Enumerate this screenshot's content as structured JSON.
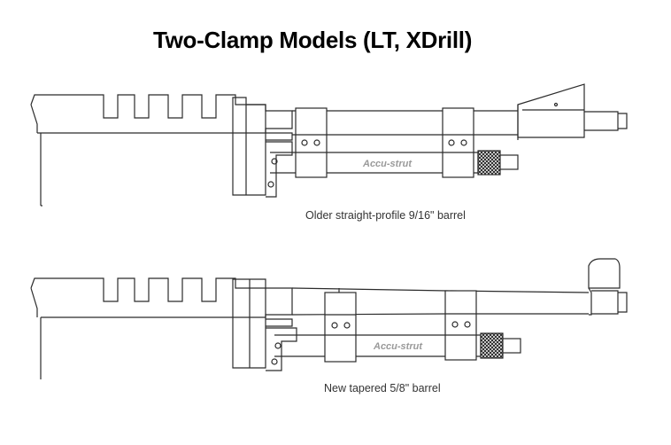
{
  "title": "Two-Clamp Models (LT, XDrill)",
  "diagrams": [
    {
      "strut_label": "Accu-strut",
      "caption": "Older straight-profile 9/16\" barrel"
    },
    {
      "strut_label": "Accu-strut",
      "caption": "New tapered 5/8\" barrel"
    }
  ]
}
